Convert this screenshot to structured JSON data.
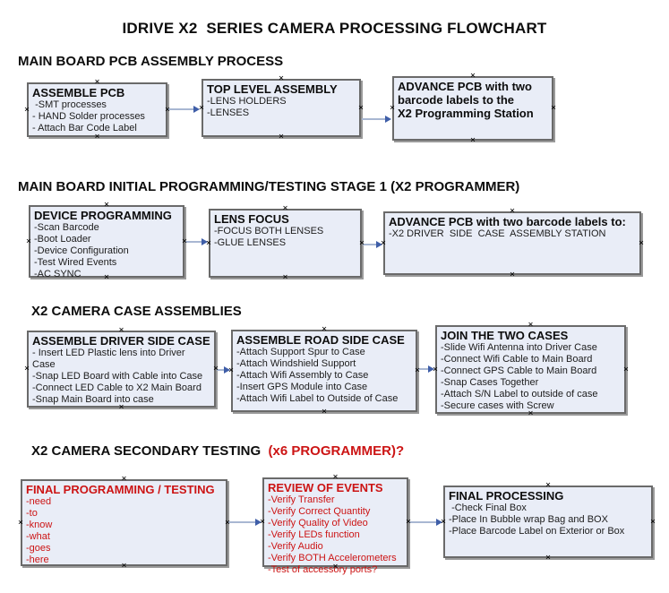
{
  "title": "IDRIVE X2  SERIES CAMERA PROCESSING FLOWCHART",
  "colors": {
    "box_fill": "#e9edf7",
    "box_border": "#6a6a6a",
    "arrow_line": "#a8b7d2",
    "arrow_head": "#3f5ea8",
    "red_text": "#cc1414",
    "black_text": "#0d0d0d"
  },
  "sections": [
    {
      "header": "MAIN BOARD PCB ASSEMBLY PROCESS",
      "boxes": [
        {
          "title": "ASSEMBLE PCB",
          "items": [
            " -SMT processes",
            "- HAND Solder processes",
            "- Attach Bar Code Label"
          ]
        },
        {
          "title": "TOP LEVEL ASSEMBLY",
          "items": [
            "-LENS HOLDERS",
            "-LENSES"
          ]
        },
        {
          "title": "ADVANCE PCB with two\nbarcode labels to the\n X2 Programming Station",
          "items": []
        }
      ]
    },
    {
      "header": "MAIN BOARD INITIAL PROGRAMMING/TESTING STAGE 1 (X2 PROGRAMMER)",
      "boxes": [
        {
          "title": "DEVICE PROGRAMMING",
          "items": [
            "-Scan Barcode",
            "-Boot Loader",
            "-Device Configuration",
            "-Test Wired Events",
            "-AC SYNC"
          ]
        },
        {
          "title": "LENS FOCUS",
          "items": [
            "-FOCUS BOTH LENSES",
            "-GLUE LENSES"
          ]
        },
        {
          "title": "ADVANCE PCB with two barcode labels to:",
          "items": [
            "-X2 DRIVER  SIDE  CASE  ASSEMBLY STATION"
          ]
        }
      ]
    },
    {
      "header": "X2 CAMERA CASE ASSEMBLIES",
      "boxes": [
        {
          "title": "ASSEMBLE DRIVER SIDE CASE",
          "items": [
            "- Insert LED Plastic lens into Driver Case",
            "-Snap LED Board with Cable into Case",
            "-Connect LED Cable to X2 Main Board",
            "-Snap Main Board into case"
          ]
        },
        {
          "title": "ASSEMBLE ROAD SIDE CASE",
          "items": [
            "-Attach Support Spur to Case",
            "-Attach Windshield Support",
            "-Attach Wifi Assembly to Case",
            "-Insert GPS Module into Case",
            "-Attach Wifi Label to Outside of Case"
          ]
        },
        {
          "title": "JOIN THE TWO CASES",
          "items": [
            "-Slide Wifi Antenna into Driver Case",
            "-Connect Wifi Cable to Main Board",
            "-Connect GPS Cable to Main Board",
            "-Snap Cases Together",
            "-Attach S/N Label to outside of case",
            "-Secure cases with Screw"
          ]
        }
      ]
    },
    {
      "header": "X2 CAMERA SECONDARY TESTING ",
      "header_red": " (x6 PROGRAMMER)?",
      "boxes": [
        {
          "title": "FINAL PROGRAMMING / TESTING",
          "items": [
            "-need",
            "-to",
            "-know",
            "-what",
            "-goes",
            "-here"
          ]
        },
        {
          "title": "REVIEW OF EVENTS",
          "items": [
            "-Verify Transfer",
            "-Verify Correct Quantity",
            "-Verify Quality of Video",
            "-Verify LEDs function",
            "-Verify Audio",
            "-Verify BOTH Accelerometers",
            "-Test of accessory ports?"
          ]
        },
        {
          "title": "FINAL PROCESSING",
          "items": [
            " -Check Final Box",
            "-Place In Bubble wrap Bag and BOX",
            "-Place Barcode Label on Exterior or Box"
          ]
        }
      ]
    }
  ]
}
